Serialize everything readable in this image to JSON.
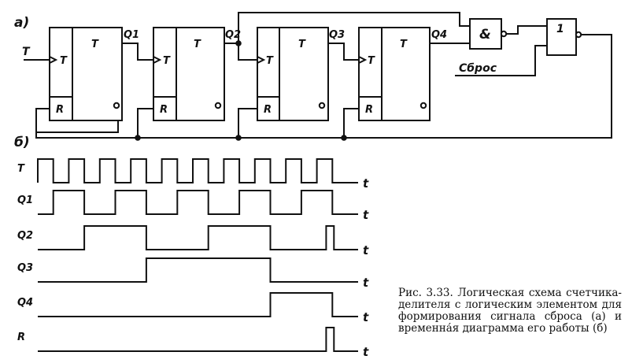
{
  "part_labels": {
    "a": "а)",
    "b": "б)"
  },
  "schematic": {
    "flipflops": [
      {
        "type_label": "T",
        "input_label": "T",
        "reset_label": "R",
        "output_label": "Q1"
      },
      {
        "type_label": "T",
        "input_label": "T",
        "reset_label": "R",
        "output_label": "Q2"
      },
      {
        "type_label": "T",
        "input_label": "T",
        "reset_label": "R",
        "output_label": "Q3"
      },
      {
        "type_label": "T",
        "input_label": "T",
        "reset_label": "R",
        "output_label": "Q4"
      }
    ],
    "clock_input_label": "T",
    "and_gate_label": "&",
    "or_gate_label": "1",
    "reset_input_label": "Сброс"
  },
  "timing": {
    "time_label": "t",
    "signals": [
      {
        "name": "T",
        "pulses": [
          [
            0,
            1
          ],
          [
            2,
            3
          ],
          [
            4,
            5
          ],
          [
            6,
            7
          ],
          [
            8,
            9
          ],
          [
            10,
            11
          ],
          [
            12,
            13
          ],
          [
            14,
            15
          ],
          [
            16,
            17
          ],
          [
            18,
            19
          ]
        ]
      },
      {
        "name": "Q1",
        "pulses": [
          [
            1,
            3
          ],
          [
            5,
            7
          ],
          [
            9,
            11
          ],
          [
            13,
            15
          ],
          [
            17,
            19
          ]
        ]
      },
      {
        "name": "Q2",
        "pulses": [
          [
            3,
            7
          ],
          [
            11,
            15
          ],
          [
            18.6,
            19.1
          ]
        ]
      },
      {
        "name": "Q3",
        "pulses": [
          [
            7,
            15
          ]
        ]
      },
      {
        "name": "Q4",
        "pulses": [
          [
            15,
            19
          ]
        ]
      },
      {
        "name": "R",
        "pulses": [
          [
            18.6,
            19.1
          ]
        ]
      }
    ]
  },
  "caption": "Рис. 3.33. Логическая схема счетчика-делителя с логическим элементом для формирования сигнала сброса (а) и временна́я диаграмма его работы (б)"
}
